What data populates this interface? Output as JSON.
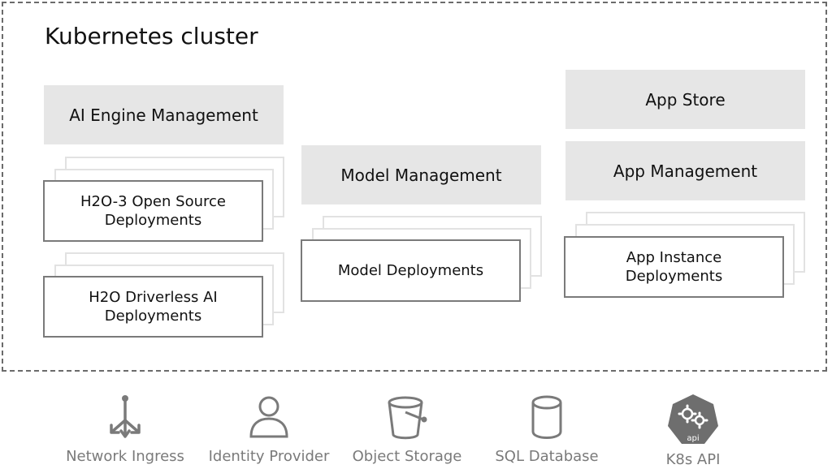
{
  "cluster": {
    "title": "Kubernetes cluster"
  },
  "columns": {
    "ai_engine": {
      "management_label": "AI Engine Management",
      "deployments": [
        {
          "line1": "H2O-3 Open Source",
          "line2": "Deployments"
        },
        {
          "line1": "H2O Driverless AI",
          "line2": "Deployments"
        }
      ]
    },
    "model": {
      "management_label": "Model Management",
      "deployment_label": "Model Deployments"
    },
    "app": {
      "store_label": "App Store",
      "management_label": "App Management",
      "deployment": {
        "line1": "App Instance",
        "line2": "Deployments"
      }
    }
  },
  "services": [
    {
      "label": "Network Ingress",
      "icon": "network-ingress-icon"
    },
    {
      "label": "Identity Provider",
      "icon": "user-icon"
    },
    {
      "label": "Object Storage",
      "icon": "bucket-icon"
    },
    {
      "label": "SQL Database",
      "icon": "database-icon"
    },
    {
      "label": "K8s API",
      "icon": "kubernetes-api-icon",
      "badge_text": "api"
    }
  ],
  "colors": {
    "management_fill": "#e6e6e6",
    "deployment_border": "#7a7a7a",
    "icon_gray": "#7a7a7a",
    "k8s_badge": "#6e6e6e"
  }
}
